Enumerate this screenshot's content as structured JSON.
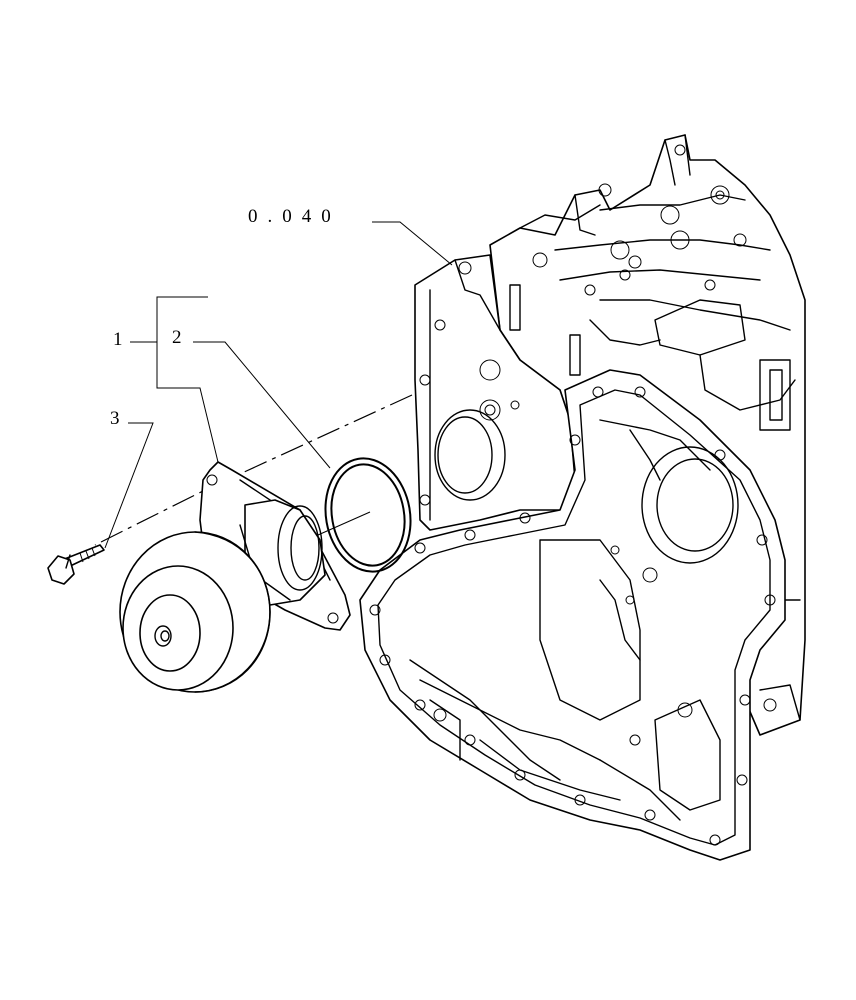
{
  "diagram": {
    "callouts": {
      "item1": "1",
      "item2": "2",
      "item3": "3"
    },
    "reference": "0.040"
  },
  "colors": {
    "line": "#000000",
    "background": "#ffffff"
  }
}
